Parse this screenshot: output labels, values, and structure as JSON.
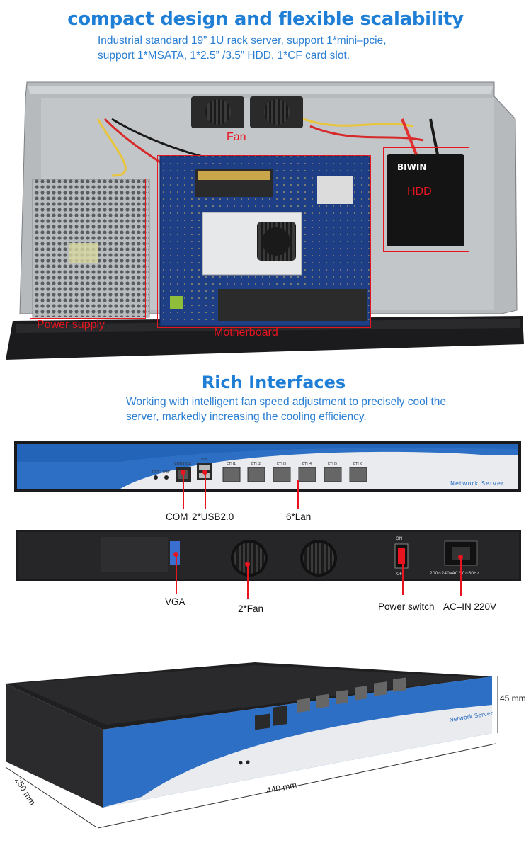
{
  "section1": {
    "title": "compact design and flexible scalability",
    "subtitle_line1": "Industrial standard 19”   1U rack server, support 1*mini–pcie,",
    "subtitle_line2": "support 1*MSATA, 1*2.5”  /3.5”  HDD, 1*CF card slot.",
    "callouts": {
      "fan": "Fan",
      "hdd": "HDD",
      "power_supply": "Power supply",
      "motherboard": "Motherboard"
    },
    "hdd_brand": "BIWIN"
  },
  "section2": {
    "title": "Rich Interfaces",
    "subtitle_line1": "Working with intelligent fan speed adjustment to precisely cool the",
    "subtitle_line2": "server, markedly increasing the cooling efficiency.",
    "front_labels": {
      "com": "COM",
      "usb": "2*USB2.0",
      "lan": "6*Lan"
    },
    "front_panel_text": "Network Server",
    "front_port_labels": [
      "CONSOLE",
      "USB",
      "ETH1",
      "ETH2",
      "ETH3",
      "ETH4",
      "ETH5",
      "ETH6"
    ],
    "front_buttons": [
      "RST",
      "DEF"
    ],
    "rear_labels": {
      "vga": "VGA",
      "fan": "2*Fan",
      "power_switch": "Power switch",
      "ac_in": "AC–IN 220V"
    },
    "rear_switch_on": "ON",
    "rear_switch_off": "OFF",
    "rear_ac_rating": "200~240VAC 50~60Hz"
  },
  "section3": {
    "height": "45 mm",
    "depth": "250 mm",
    "width": "440 mm",
    "panel_text": "Network Server"
  },
  "colors": {
    "accent_blue": "#1f7fd6",
    "callout_red": "#e8141f",
    "panel_blue": "#2c6fc4"
  }
}
